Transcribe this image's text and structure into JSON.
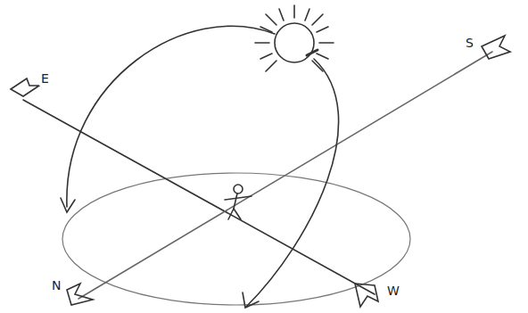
{
  "diagram": {
    "labels": [
      "E",
      "S",
      "N",
      "W"
    ]
  }
}
